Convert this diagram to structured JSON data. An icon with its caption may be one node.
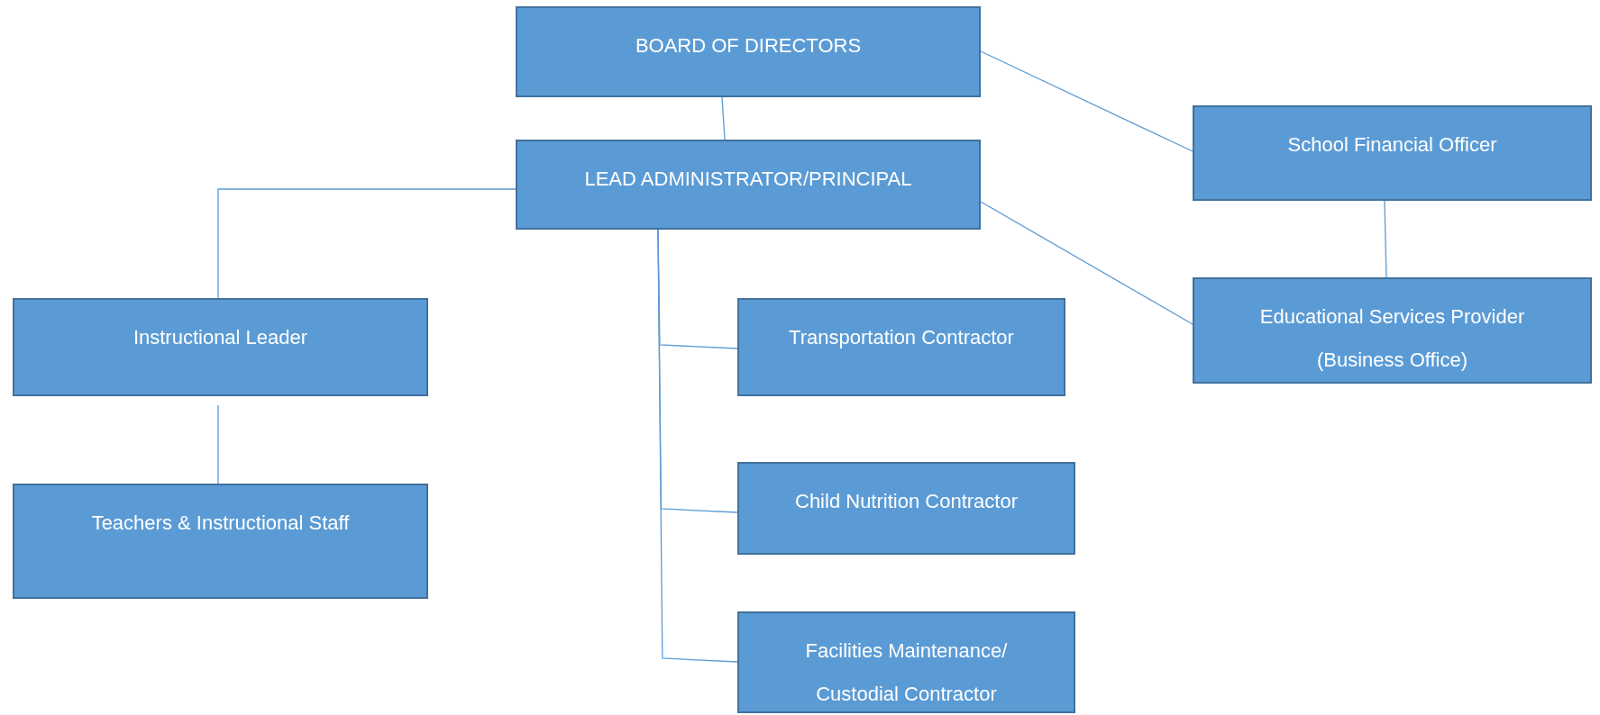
{
  "diagram": {
    "nodes": [
      {
        "text": [
          "BOARD OF DIRECTORS"
        ]
      },
      {
        "text": [
          "LEAD ADMINISTRATOR/PRINCIPAL"
        ]
      },
      {
        "text": [
          "School Financial Officer"
        ]
      },
      {
        "text": [
          "Educational Services Provider (Business Office)"
        ]
      },
      {
        "text": [
          "Instructional Leader"
        ]
      },
      {
        "text": [
          "Teachers & Instructional Staff"
        ]
      },
      {
        "text": [
          "Transportation Contractor"
        ]
      },
      {
        "text": [
          "Child Nutrition Contractor"
        ]
      },
      {
        "text": [
          "Facilities Maintenance/ Custodial Contractor"
        ]
      }
    ],
    "edges": [
      {
        "from": 0,
        "to": 1,
        "arrow": "none"
      },
      {
        "from": 0,
        "to": 2,
        "arrow": "none"
      },
      {
        "from": 1,
        "to": 3,
        "arrow": "none"
      },
      {
        "from": 2,
        "to": 3,
        "arrow": "none"
      },
      {
        "from": 1,
        "to": 4,
        "arrow": "none"
      },
      {
        "from": 4,
        "to": 5,
        "arrow": "none"
      },
      {
        "from": 1,
        "to": 6,
        "arrow": "none"
      },
      {
        "from": 1,
        "to": 7,
        "arrow": "none"
      },
      {
        "from": 1,
        "to": 8,
        "arrow": "none"
      }
    ]
  }
}
